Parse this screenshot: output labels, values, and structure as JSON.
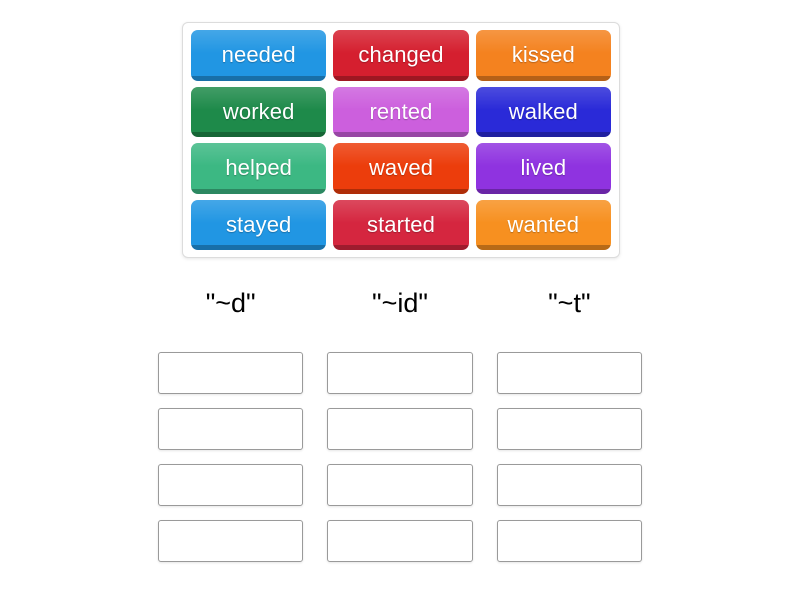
{
  "activity": {
    "type": "group-sort",
    "tile_text_color": "#ffffff"
  },
  "tile_pool": {
    "tiles": [
      {
        "label": "needed",
        "color": "#2196e3"
      },
      {
        "label": "changed",
        "color": "#d51f2f"
      },
      {
        "label": "kissed",
        "color": "#f4821f"
      },
      {
        "label": "worked",
        "color": "#1e8a4a"
      },
      {
        "label": "rented",
        "color": "#cc5fdd"
      },
      {
        "label": "walked",
        "color": "#2a2ad8"
      },
      {
        "label": "helped",
        "color": "#3cb883"
      },
      {
        "label": "waved",
        "color": "#ec3d0c"
      },
      {
        "label": "lived",
        "color": "#8f33e0"
      },
      {
        "label": "stayed",
        "color": "#2196e3"
      },
      {
        "label": "started",
        "color": "#d5263f"
      },
      {
        "label": "wanted",
        "color": "#f79020"
      }
    ]
  },
  "categories": [
    {
      "header": "\"~d\"",
      "slots": [
        "",
        "",
        "",
        ""
      ]
    },
    {
      "header": "\"~id\"",
      "slots": [
        "",
        "",
        "",
        ""
      ]
    },
    {
      "header": "\"~t\"",
      "slots": [
        "",
        "",
        "",
        ""
      ]
    }
  ]
}
